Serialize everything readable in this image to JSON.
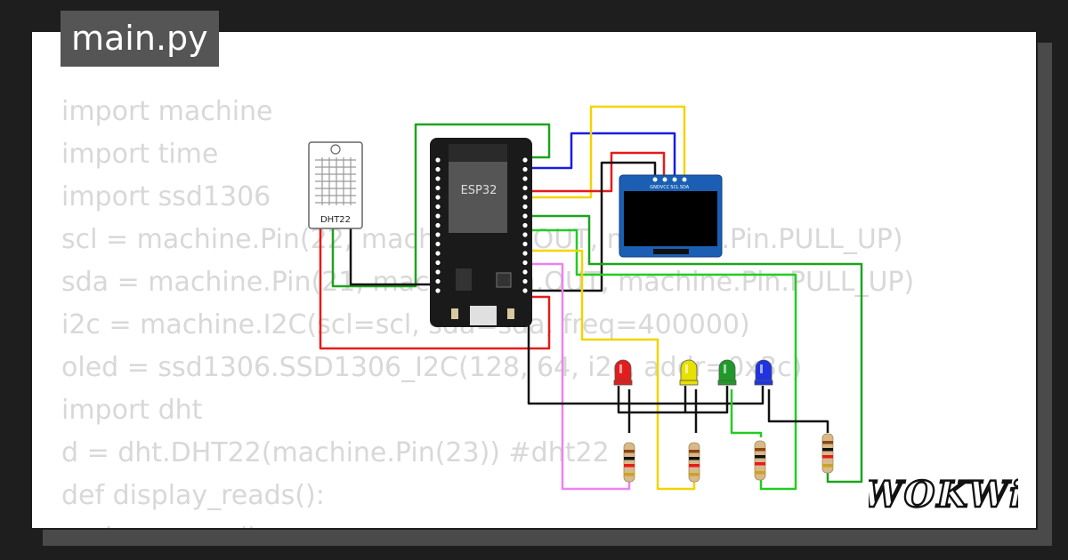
{
  "tab": {
    "filename": "main.py"
  },
  "code_lines": [
    "import machine",
    "import time",
    "import ssd1306",
    "scl = machine.Pin(22, machine.Pin.OUT, machine.Pin.PULL_UP)",
    "sda = machine.Pin(21, machine.Pin.OUT, machine.Pin.PULL_UP)",
    "i2c = machine.I2C(scl=scl, sda=sda, freq=400000)",
    "oled = ssd1306.SSD1306_I2C(128, 64, i2c, addr=0x3c)",
    "import dht",
    "d = dht.DHT22(machine.Pin(23)) #dht22",
    "def display_reads():",
    "    d.measure()"
  ],
  "components": {
    "esp32_label": "ESP32",
    "dht_label": "DHT22",
    "oled_pins": [
      "GND",
      "VCC",
      "SCL",
      "SDA"
    ]
  },
  "leds": [
    {
      "color": "#e11d1d"
    },
    {
      "color": "#e8e000"
    },
    {
      "color": "#1f9a2a"
    },
    {
      "color": "#1f34e0"
    }
  ],
  "wire_colors": {
    "green": "#1ea31e",
    "blue": "#1a1ae6",
    "yellow": "#f2d400",
    "red": "#e61a1a",
    "black": "#111111",
    "pink": "#ee82ee",
    "lime": "#22cc22"
  },
  "brand": {
    "logo_text": "WOKWi"
  }
}
